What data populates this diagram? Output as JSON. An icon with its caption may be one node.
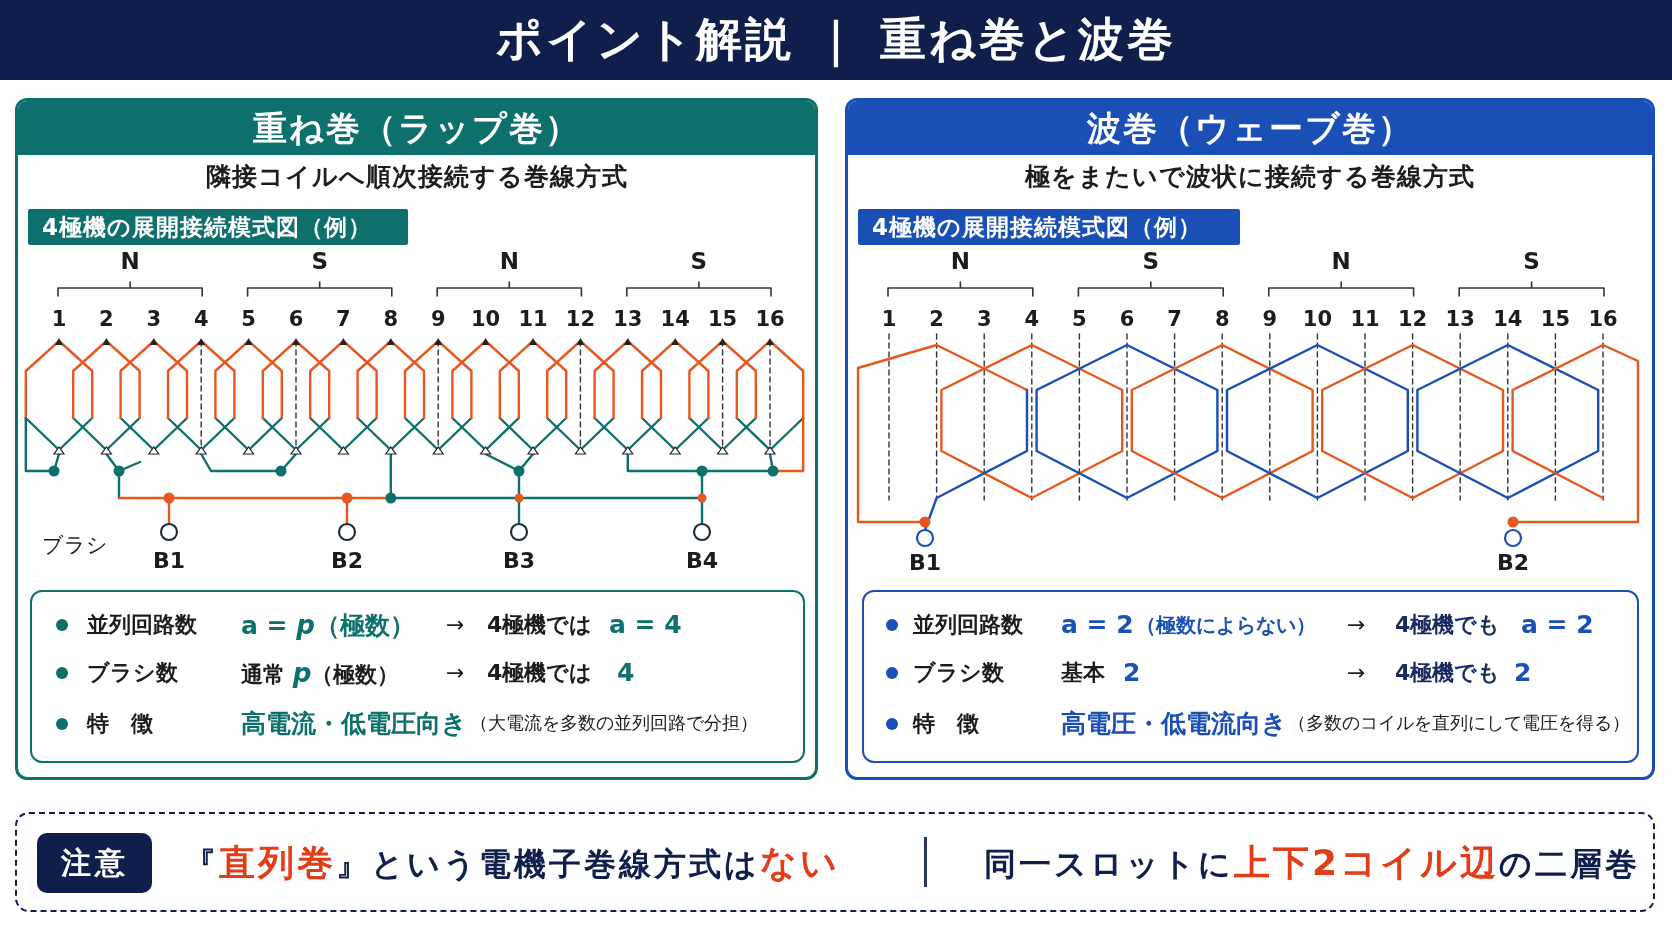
{
  "diagram": {
    "title": "ポイント解説 ｜ 重ね巻と波巻",
    "nodes": [
      {
        "text": [
          "重ね巻（ラップ巻）",
          "隣接コイルへ順次接続する巻線方式"
        ]
      },
      {
        "text": [
          "4極機の展開接続模式図（例）"
        ],
        "in": 0
      },
      {
        "text": [
          "並列回路数",
          "a = *p*（極数）",
          "→",
          "4極機では",
          "a = 4",
          "ブラシ数",
          "通常 *p*（極数）",
          "→",
          "4極機では",
          "4",
          "特　徴",
          "高電流・低電圧向き",
          "（大電流を多数の並列回路で分担）"
        ],
        "in": 0
      },
      {
        "text": [
          "波巻（ウェーブ巻）",
          "極をまたいで波状に接続する巻線方式"
        ]
      },
      {
        "text": [
          "4極機の展開接続模式図（例）"
        ],
        "in": 3
      },
      {
        "text": [
          "並列回路数",
          "a = 2",
          "（極数によらない）",
          "→",
          "4極機でも",
          "a = 2",
          "ブラシ数",
          "基本",
          "2",
          "→",
          "4極機でも",
          "2",
          "特　徴",
          "高電圧・低電流向き",
          "（多数のコイルを直列にして電圧を得る）"
        ],
        "in": 3
      },
      {
        "text": [
          "『**直列巻**』という電機子巻線方式は**ない**",
          "同一スロットに**上下2コイル辺**の二層巻"
        ]
      },
      {
        "text": [
          "注意"
        ],
        "in": 6
      }
    ],
    "labels": [
      "N",
      "S",
      "N",
      "S",
      "1",
      "2",
      "3",
      "4",
      "5",
      "6",
      "7",
      "8",
      "9",
      "10",
      "11",
      "12",
      "13",
      "14",
      "15",
      "16",
      "ブラシ",
      "B1",
      "B2",
      "B3",
      "B4",
      "N",
      "S",
      "N",
      "S",
      "1",
      "2",
      "3",
      "4",
      "5",
      "6",
      "7",
      "8",
      "9",
      "10",
      "11",
      "12",
      "13",
      "14",
      "15",
      "16",
      "B1",
      "B2"
    ]
  }
}
